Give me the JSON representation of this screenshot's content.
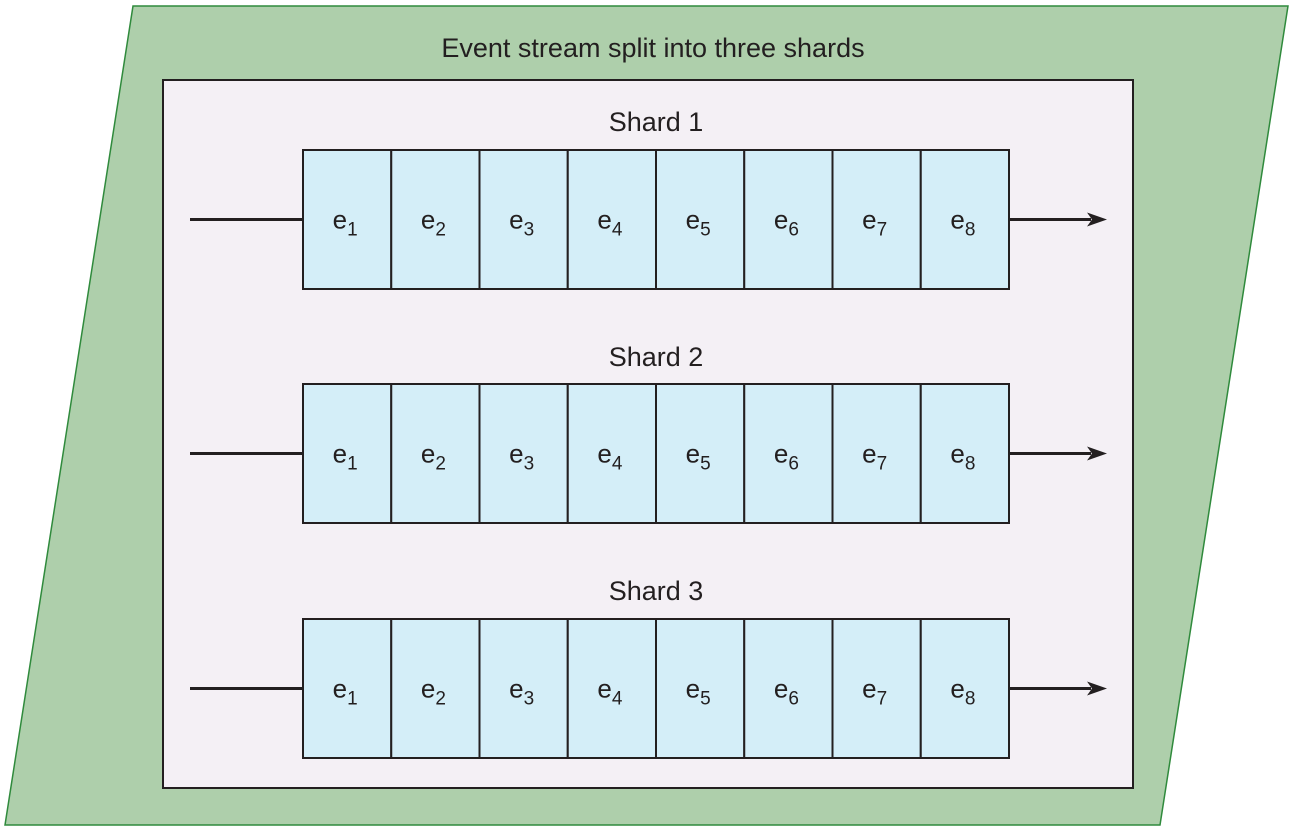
{
  "diagram": {
    "title": "Event stream split into three shards",
    "colors": {
      "outer_parallelogram": "#aecfab",
      "outer_border": "#2f8a3c",
      "inner_panel": "#f4f0f5",
      "cell_fill": "#d4eef8",
      "line": "#231f20",
      "text": "#231f20"
    },
    "shards": [
      {
        "label": "Shard 1",
        "events": [
          {
            "base": "e",
            "sub": "1"
          },
          {
            "base": "e",
            "sub": "2"
          },
          {
            "base": "e",
            "sub": "3"
          },
          {
            "base": "e",
            "sub": "4"
          },
          {
            "base": "e",
            "sub": "5"
          },
          {
            "base": "e",
            "sub": "6"
          },
          {
            "base": "e",
            "sub": "7"
          },
          {
            "base": "e",
            "sub": "8"
          }
        ]
      },
      {
        "label": "Shard 2",
        "events": [
          {
            "base": "e",
            "sub": "1"
          },
          {
            "base": "e",
            "sub": "2"
          },
          {
            "base": "e",
            "sub": "3"
          },
          {
            "base": "e",
            "sub": "4"
          },
          {
            "base": "e",
            "sub": "5"
          },
          {
            "base": "e",
            "sub": "6"
          },
          {
            "base": "e",
            "sub": "7"
          },
          {
            "base": "e",
            "sub": "8"
          }
        ]
      },
      {
        "label": "Shard 3",
        "events": [
          {
            "base": "e",
            "sub": "1"
          },
          {
            "base": "e",
            "sub": "2"
          },
          {
            "base": "e",
            "sub": "3"
          },
          {
            "base": "e",
            "sub": "4"
          },
          {
            "base": "e",
            "sub": "5"
          },
          {
            "base": "e",
            "sub": "6"
          },
          {
            "base": "e",
            "sub": "7"
          },
          {
            "base": "e",
            "sub": "8"
          }
        ]
      }
    ]
  }
}
